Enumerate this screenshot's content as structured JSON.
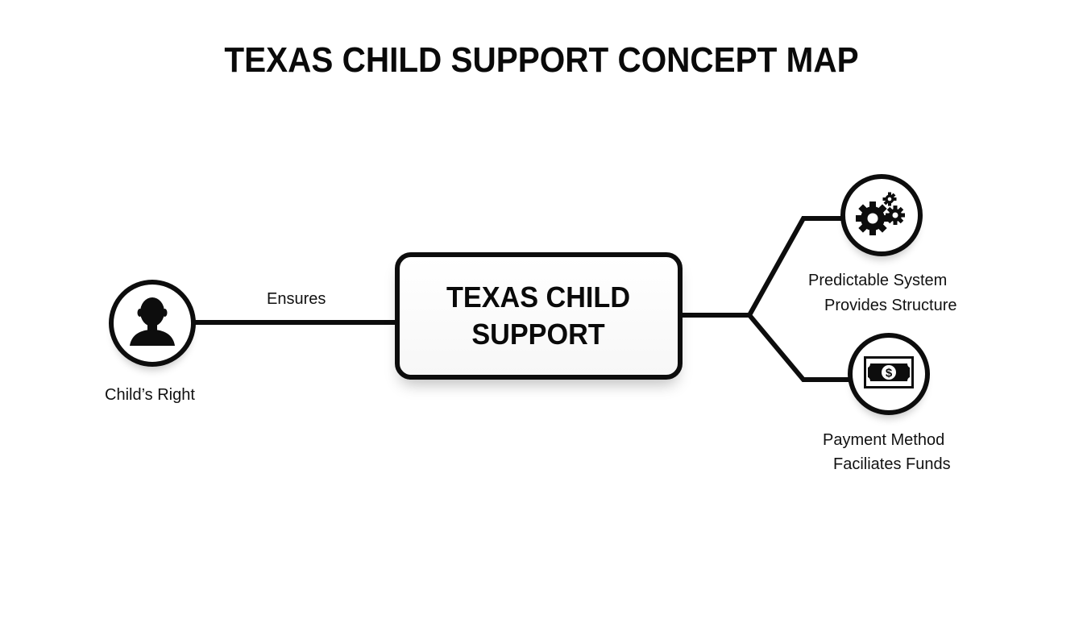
{
  "title": "TEXAS CHILD SUPPORT CONCEPT MAP",
  "center_node": {
    "line1": "TEXAS CHILD",
    "line2": "SUPPORT"
  },
  "nodes": {
    "childs_right": {
      "label": "Child’s Right",
      "icon": "person-silhouette-icon"
    },
    "predictable_system": {
      "label_line1": "Predictable System",
      "label_line2": "Provides Structure",
      "icon": "gears-icon"
    },
    "payment_method": {
      "label_line1": "Payment Method",
      "label_line2": "Faciliates Funds",
      "icon": "dollar-bill-icon"
    }
  },
  "edges": {
    "childs_right_to_center": {
      "label": "Ensures"
    }
  },
  "colors": {
    "stroke": "#0d0d0d",
    "background": "#ffffff"
  }
}
